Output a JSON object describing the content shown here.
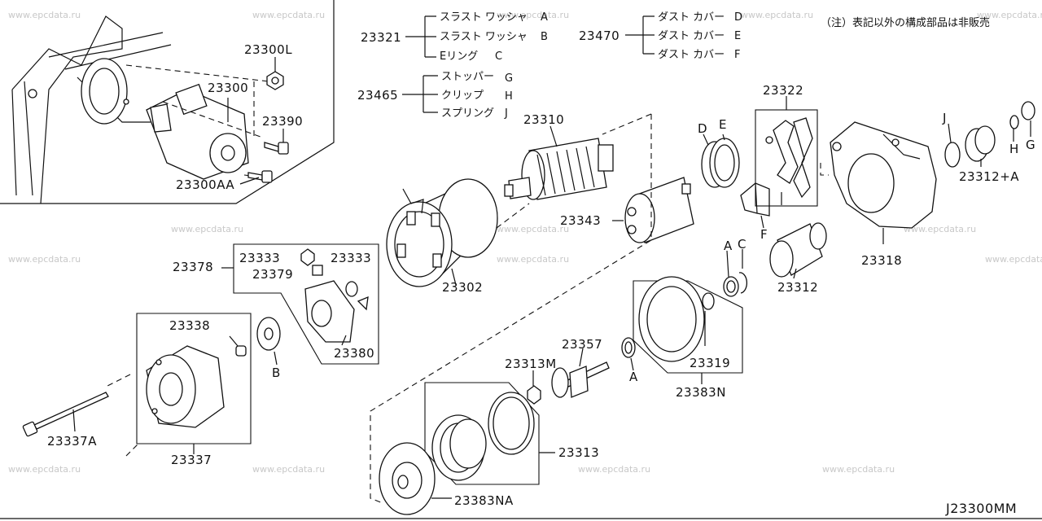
{
  "watermark": "www.epcdata.ru",
  "note": "（注）表記以外の構成部品は非販売",
  "diagram_code": "J23300MM",
  "legend": {
    "g23321": {
      "part": "23321",
      "items": [
        {
          "name": "スラスト ワッシャ",
          "letter": "A"
        },
        {
          "name": "スラスト ワッシャ",
          "letter": "B"
        },
        {
          "name": "Eリング",
          "letter": "C"
        }
      ]
    },
    "g23470": {
      "part": "23470",
      "items": [
        {
          "name": "ダスト カバー",
          "letter": "D"
        },
        {
          "name": "ダスト カバー",
          "letter": "E"
        },
        {
          "name": "ダスト カバー",
          "letter": "F"
        }
      ]
    },
    "g23465": {
      "part": "23465",
      "items": [
        {
          "name": "ストッパー",
          "letter": "G"
        },
        {
          "name": "クリップ",
          "letter": "H"
        },
        {
          "name": "スプリング",
          "letter": "J"
        }
      ]
    }
  },
  "labels": {
    "p23300L": "23300L",
    "p23300": "23300",
    "p23390": "23390",
    "p23300AA": "23300AA",
    "p23310": "23310",
    "p23322": "23322",
    "p23343": "23343",
    "p23312A": "23312+A",
    "p23318": "23318",
    "p23312": "23312",
    "p23378": "23378",
    "p23333a": "23333",
    "p23333b": "23333",
    "p23379": "23379",
    "p23380": "23380",
    "p23302": "23302",
    "p23338": "23338",
    "p23337A": "23337A",
    "p23337": "23337",
    "p23357": "23357",
    "p23313M": "23313M",
    "p23319": "23319",
    "p23383N": "23383N",
    "p23313": "23313",
    "p23383NA": "23383NA",
    "lA1": "A",
    "lA2": "A",
    "lB": "B",
    "lC": "C",
    "lD": "D",
    "lE": "E",
    "lF": "F",
    "lG": "G",
    "lH": "H",
    "lJ": "J"
  }
}
